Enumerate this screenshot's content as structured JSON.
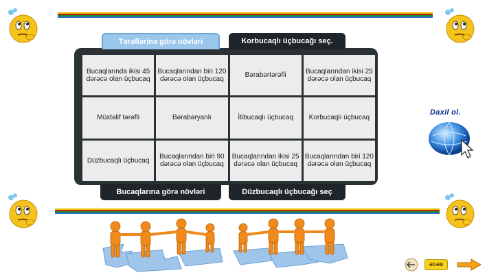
{
  "tabs_top": {
    "sides": "Tərəflərinə görə növləri",
    "obtuse": "Korbucaqlı üçbucağı seç."
  },
  "tabs_bottom": {
    "angles": "Bucaqlarına görə növləri",
    "right": "Düzbucaqlı üçbucağı seç"
  },
  "cells": [
    "Bucaqlarında ikisi 45 dərəcə olan üçbucaq",
    "Bucaqlarından biri 120 dərəcə olan üçbucaq",
    "Bərabərtərəfli",
    "Bucaqlarından ikisi 25 dərəcə olan üçbucaq",
    "Müxtəlif tərəfli",
    "Bərabəryanlı",
    "İtibucaqlı üçbucaq",
    "Korbucaqlı üçbucaq",
    "Düzbucaqlı üçbucaq",
    "Bucaqlarından biri 90 dərəcə olan üçbucaq",
    "Bucaqlarından ikisi 25 dərəcə olan üçbucaq",
    "Bucaqlarından biri 120 dərəcə olan üçbucaq"
  ],
  "enter_label": "Daxil ol.",
  "book_label": "ƏDƏB",
  "colors": {
    "tab_active": "#9cc7ec",
    "tab_dark": "#1f262b",
    "puzzle_piece": "#ececec",
    "figure_orange": "#f08a1c",
    "puzzle_blue": "#9fc6ea"
  },
  "icons": [
    "thinking-smiley-icon",
    "globe-cursor-icon",
    "back-arrow-icon",
    "book-icon",
    "next-arrow-icon"
  ]
}
